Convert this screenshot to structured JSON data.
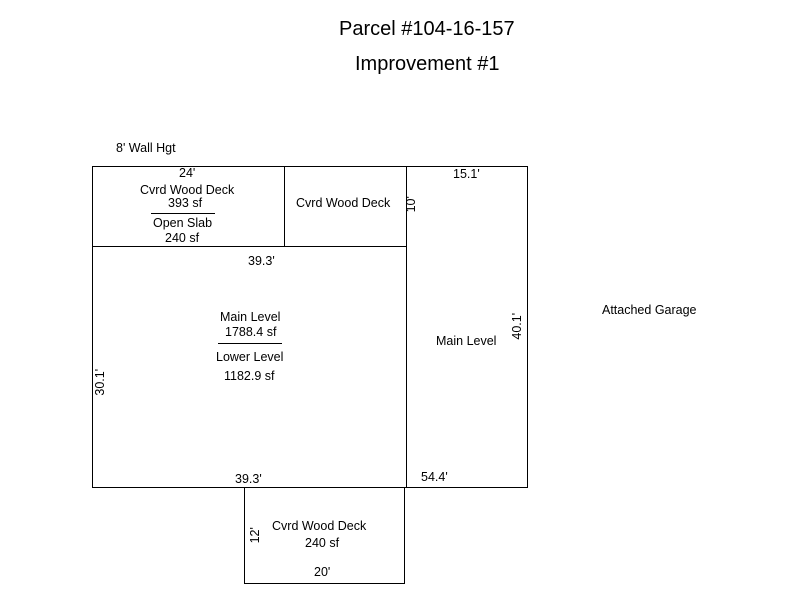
{
  "header": {
    "parcel": "Parcel #104-16-157",
    "improvement": "Improvement #1"
  },
  "wall_height": "8' Wall Hgt",
  "areas": {
    "deck_top": {
      "name": "Cvrd Wood Deck",
      "area": "393 sf",
      "sub_name": "Open Slab",
      "sub_area": "240 sf"
    },
    "deck_top_right": {
      "name": "Cvrd Wood Deck"
    },
    "main": {
      "name": "Main Level",
      "area": "1788.4 sf",
      "sub_name": "Lower Level",
      "sub_area": "1182.9 sf"
    },
    "main_right": {
      "name": "Main Level"
    },
    "deck_bottom": {
      "name": "Cvrd Wood Deck",
      "area": "240 sf"
    },
    "garage": {
      "name": "Attached Garage"
    }
  },
  "dimensions": {
    "deck_top_width": "24'",
    "right_width": "15.1'",
    "deck_depth": "10'",
    "main_width_top": "39.3'",
    "main_width_bottom": "39.3'",
    "right_height": "40.1'",
    "main_height": "30.1'",
    "right_bottom": "54.4'",
    "deck_bottom_depth": "12'",
    "deck_bottom_width": "20'"
  }
}
